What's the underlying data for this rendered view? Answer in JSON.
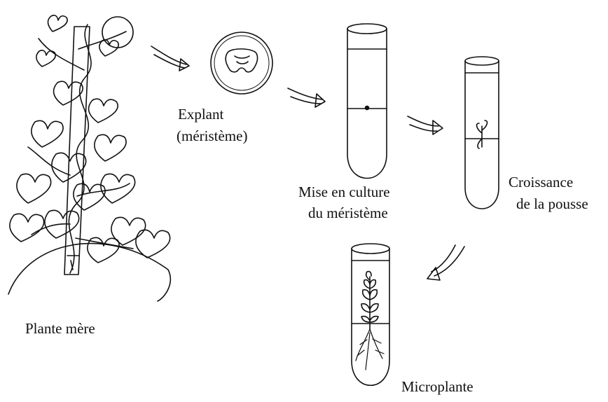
{
  "labels": {
    "plante_mere": "Plante mère",
    "explant_line1": "Explant",
    "explant_line2": "(méristème)",
    "culture_line1": "Mise en culture",
    "culture_line2": "du méristème",
    "croissance_line1": "Croissance",
    "croissance_line2": "de la pousse",
    "microplante": "Microplante"
  },
  "colors": {
    "ink": "#111111",
    "background": "#ffffff"
  }
}
